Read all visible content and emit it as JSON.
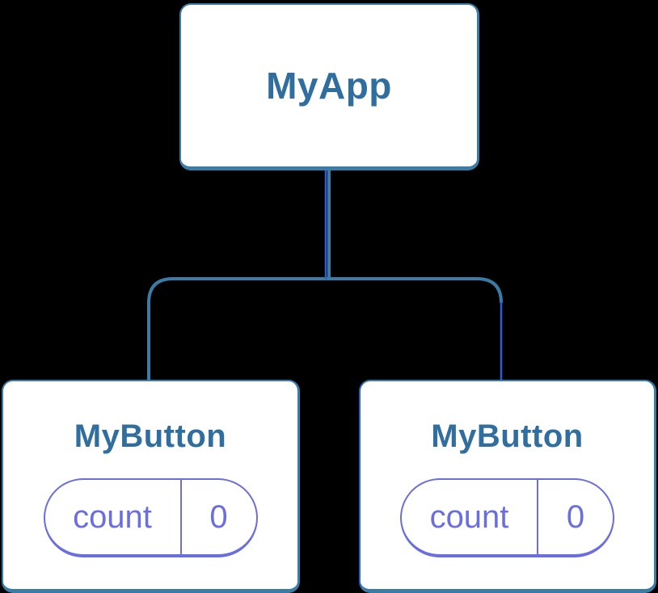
{
  "diagram": {
    "root": {
      "label": "MyApp"
    },
    "children": [
      {
        "label": "MyButton",
        "state": {
          "key": "count",
          "value": "0"
        }
      },
      {
        "label": "MyButton",
        "state": {
          "key": "count",
          "value": "0"
        }
      }
    ]
  },
  "colors": {
    "background": "#000000",
    "card_bg": "#FFFFFF",
    "card_border": "#3A7CA5",
    "title_text": "#2F6E9E",
    "state_accent": "#6A6EDE",
    "connector_steel": "#3A7CA5",
    "connector_bright": "#2B5FD9"
  }
}
